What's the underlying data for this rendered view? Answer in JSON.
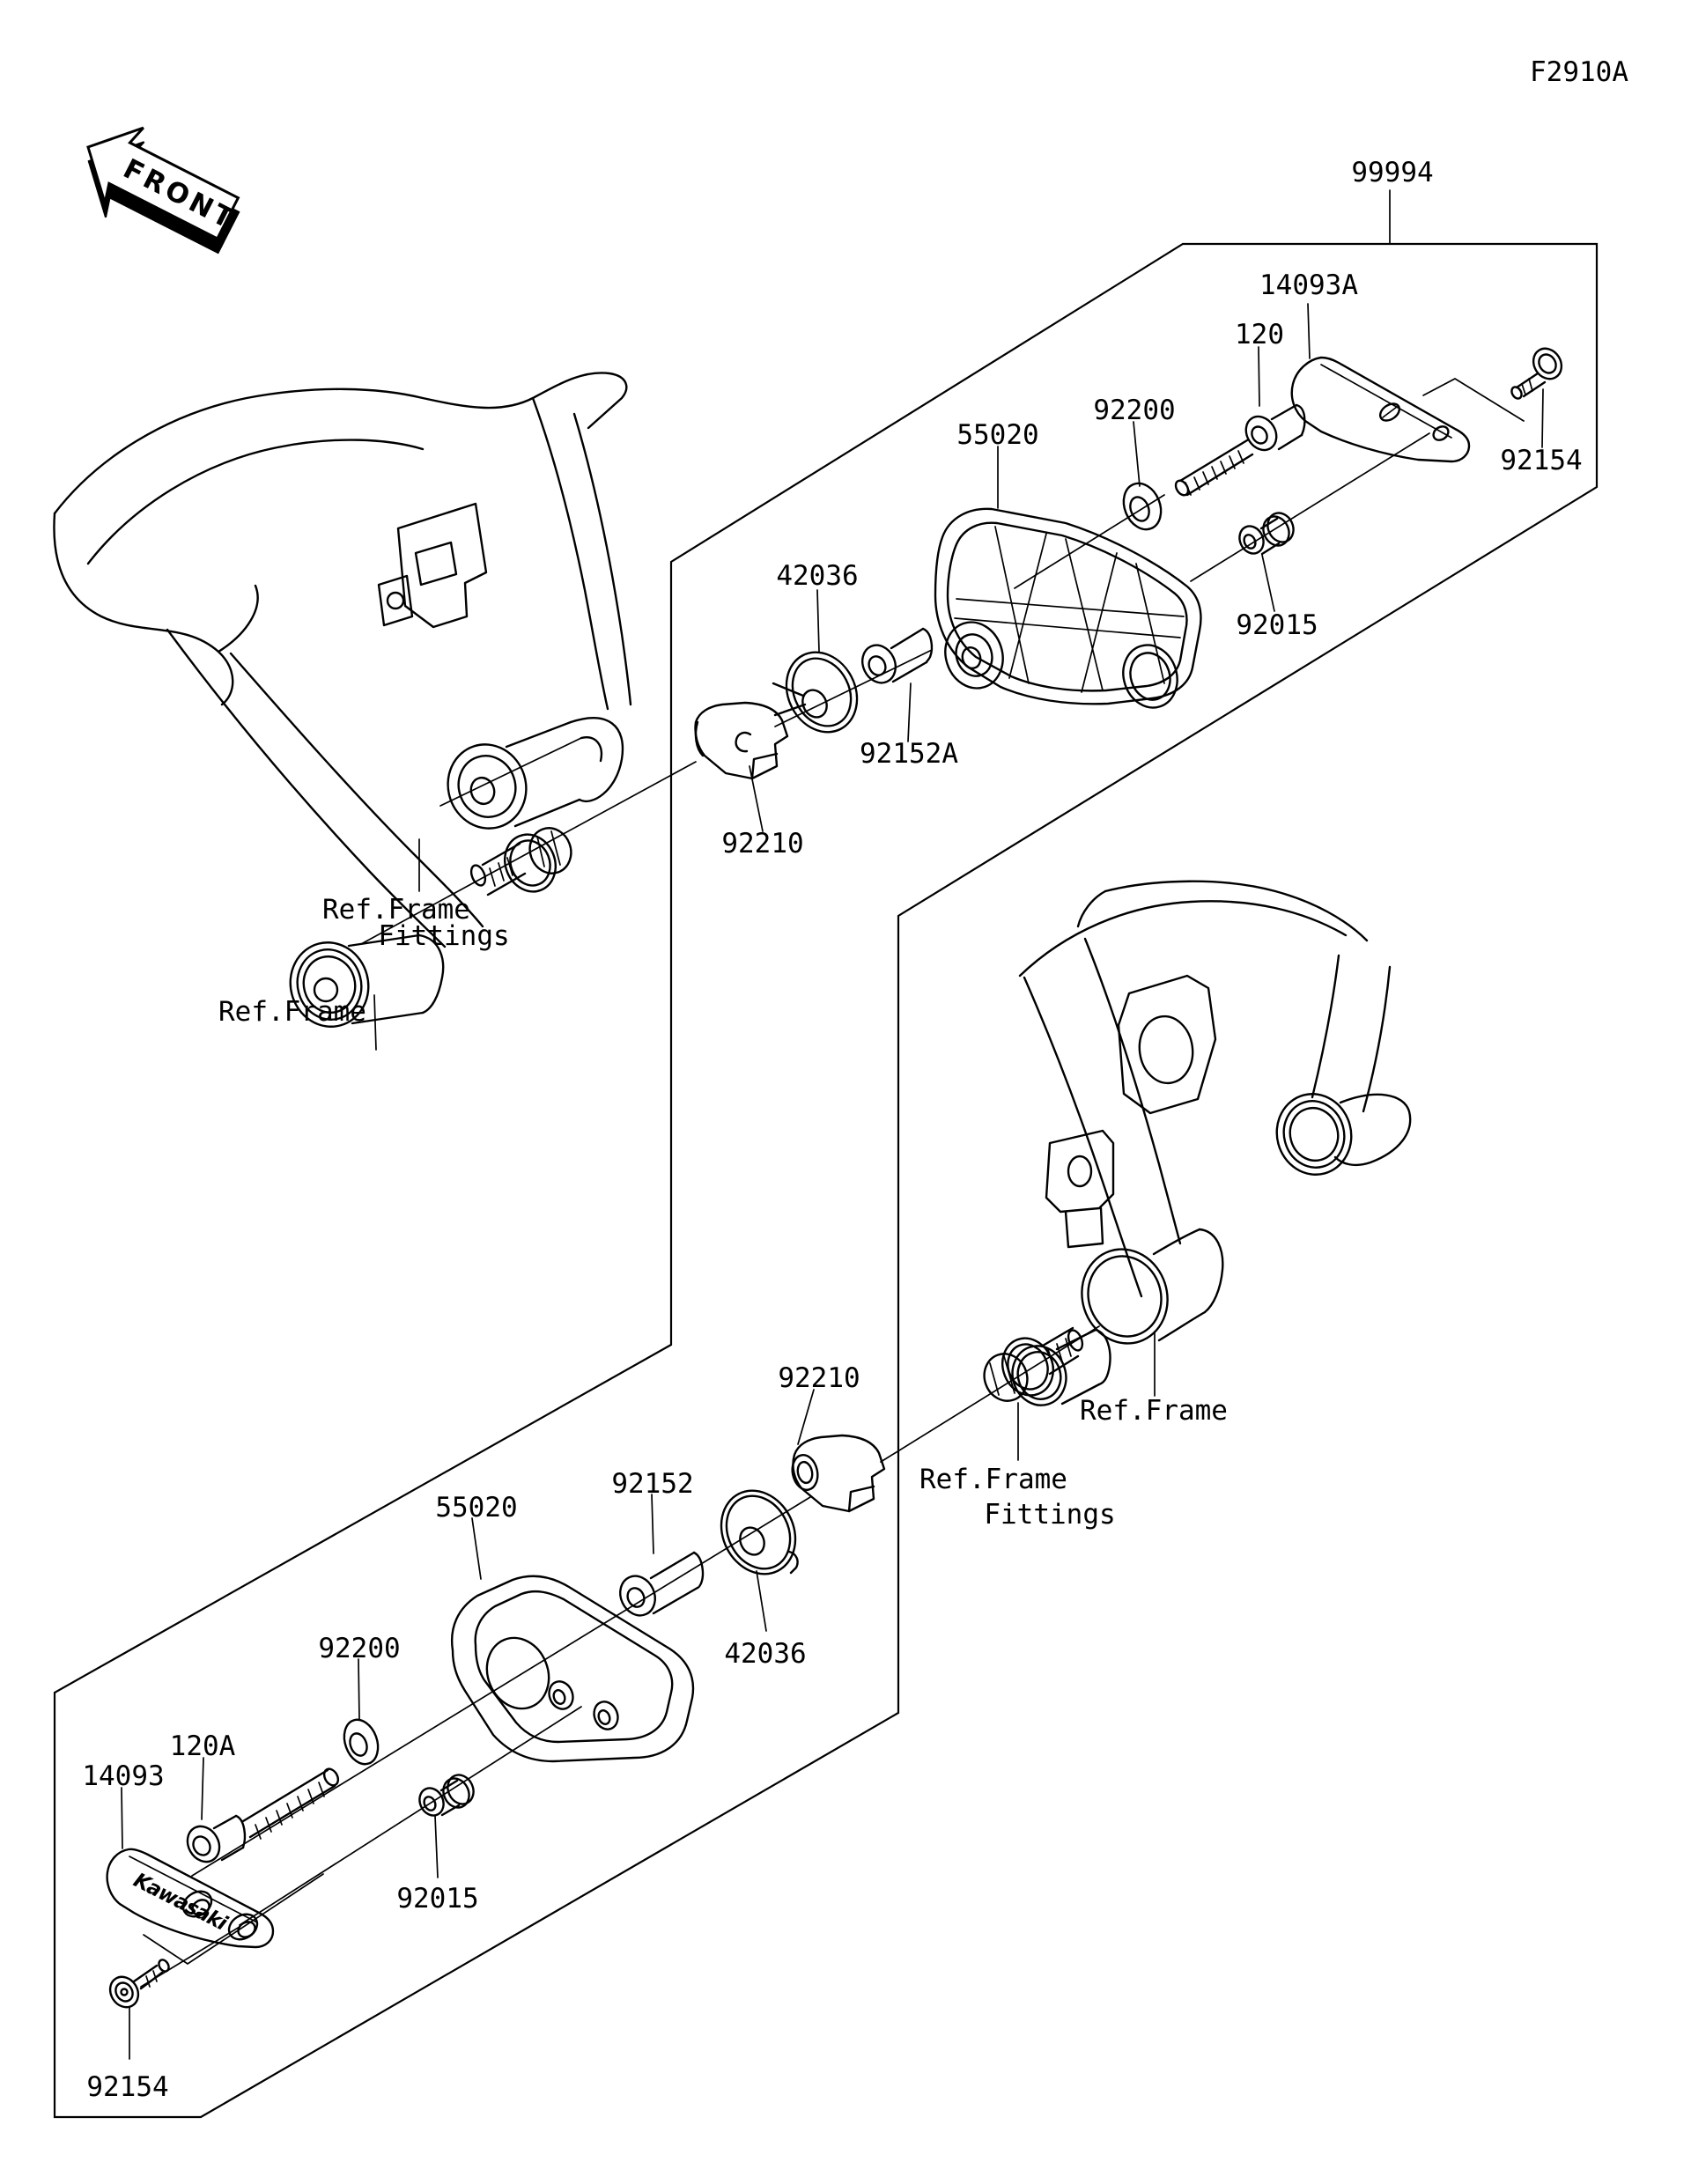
{
  "page": {
    "diagram_code": "F2910A"
  },
  "front_arrow": {
    "label": "FRONT"
  },
  "kit_box": {
    "part_no": "99994"
  },
  "upper_assembly": {
    "bracket": "14093A",
    "bolt": "120",
    "washer": "92200",
    "cover": "55020",
    "screw": "92154",
    "collar_small": "92015",
    "damper": "42036",
    "collar": "92152A",
    "clamp": "92210",
    "ref_frame": "Ref.Frame",
    "ref_frame_fittings_line1": "Ref.Frame",
    "ref_frame_fittings_line2": "Fittings"
  },
  "lower_assembly": {
    "clamp": "92210",
    "collar": "92152",
    "cover": "55020",
    "damper": "42036",
    "washer": "92200",
    "bolt": "120A",
    "bracket": "14093",
    "collar_small": "92015",
    "screw": "92154",
    "brand_mark": "Kawasaki",
    "ref_frame": "Ref.Frame",
    "ref_frame_fittings_line1": "Ref.Frame",
    "ref_frame_fittings_line2": "Fittings"
  }
}
